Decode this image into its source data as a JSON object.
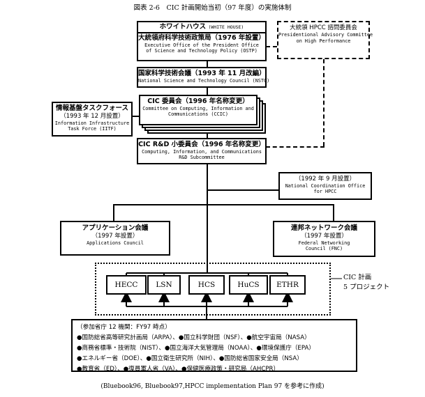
{
  "figure": {
    "title": "図表 2-6　CIC 計画開始当初（97 年度）の実施体制",
    "source": "(Bluebook96, Bluebook97,HPCC implementation Plan 97 を参考に作成)"
  },
  "white_house": {
    "title": "ホワイトハウス",
    "title_en": "(WHITE HOUSE)",
    "ostp_title": "大統領府科学技術政策局（1976 年設置）",
    "ostp_en1": "Executive Office of the President Office",
    "ostp_en2": "of Science and Technology Policy (OSTP)"
  },
  "pac": {
    "title": "大統領 HPCC 諮問委員会",
    "en1": "Presidentional Advisory Committee",
    "en2": "on High Performance"
  },
  "nstc": {
    "title": "国家科学技術会議（1993 年 11 月改編）",
    "en": "National Science and Technology Council (NSTC)"
  },
  "ccic": {
    "title": "CIC 委員会（1996 年名称変更）",
    "en1": "Committee on Computing, Information and",
    "en2": "Communications (CCIC)"
  },
  "iitf": {
    "title": "情報基盤タスクフォース",
    "date": "（1993 年 12 月設置）",
    "en1": "Information Infrastructure",
    "en2": "Task Force (IITF)"
  },
  "rd": {
    "title": "CIC R&D 小委員会（1996 年名称変更）",
    "en1": "Computing, Information, and Communications",
    "en2": "R&D Subcommittee"
  },
  "nco": {
    "date": "（1992 年 9 月設置）",
    "en1": "National Coordination Office",
    "en2": "for HPCC"
  },
  "apps": {
    "title": "アプリケーション会議",
    "date": "（1997 年設置）",
    "en": "Applications Council"
  },
  "fnc": {
    "title": "連邦ネットワーク会議",
    "date": "（1997 年設置）",
    "en1": "Federal Networking",
    "en2": "Council (FNC)"
  },
  "projects": {
    "items": [
      "HECC",
      "LSN",
      "HCS",
      "HuCS",
      "ETHR"
    ],
    "label1": "CIC 計画",
    "label2": "5 プロジェクト"
  },
  "agencies": {
    "header": "（参加省庁 12 機関：FY97 時点）",
    "lines": [
      "●国防総省高等研究計画局（ARPA）、●国立科学財団（NSF）、●航空宇宙局（NASA）",
      "●商務省標準・技術院（NIST）、●国立海洋大気管理局（NOAA）、●環境保護庁（EPA）",
      "●エネルギー省（DOE）、●国立衛生研究所（NIH）、●国防総省国家安全局（NSA）",
      "●教育省（ED）、●復員軍人省（VA）、●保健医療政策・研究局（AHCPR）"
    ]
  }
}
